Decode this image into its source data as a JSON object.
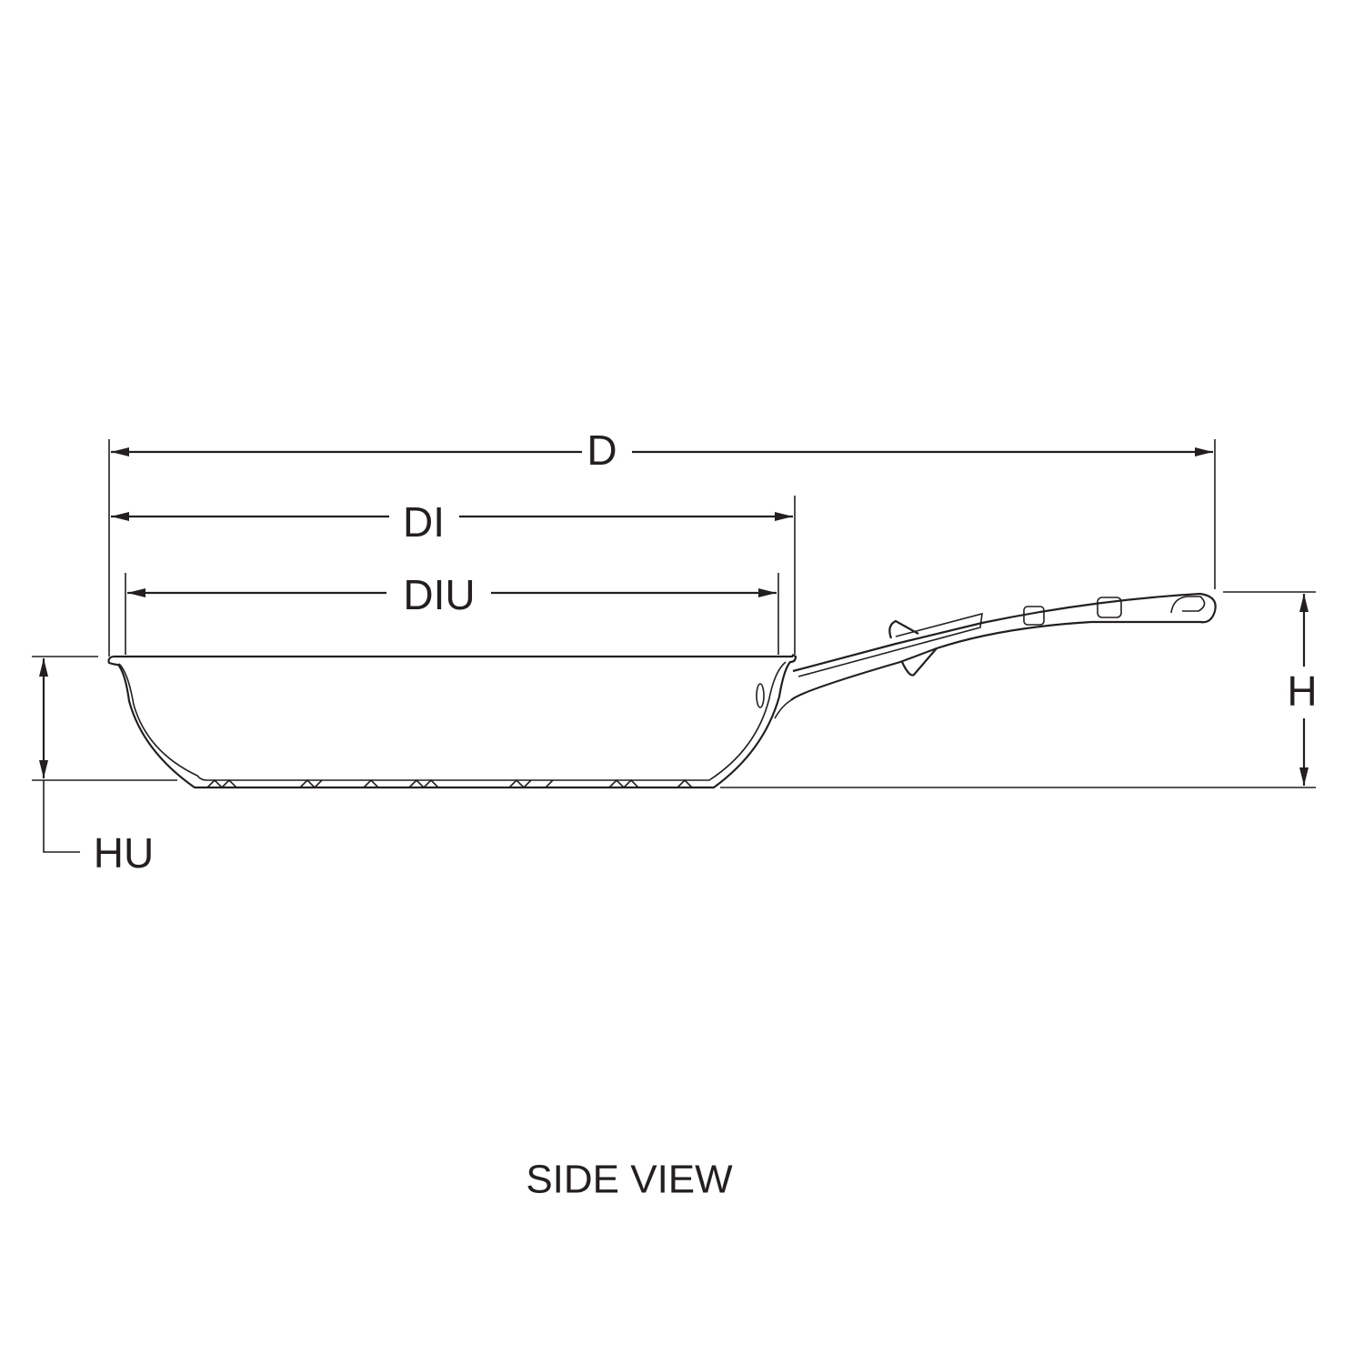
{
  "diagram": {
    "title": "SIDE VIEW",
    "dimensions": {
      "overall_length": "D",
      "inner_diameter": "DI",
      "inner_usable_diameter": "DIU",
      "overall_height": "H",
      "usable_height": "HU"
    },
    "line_color": "#231f20",
    "background_color": "#ffffff"
  }
}
